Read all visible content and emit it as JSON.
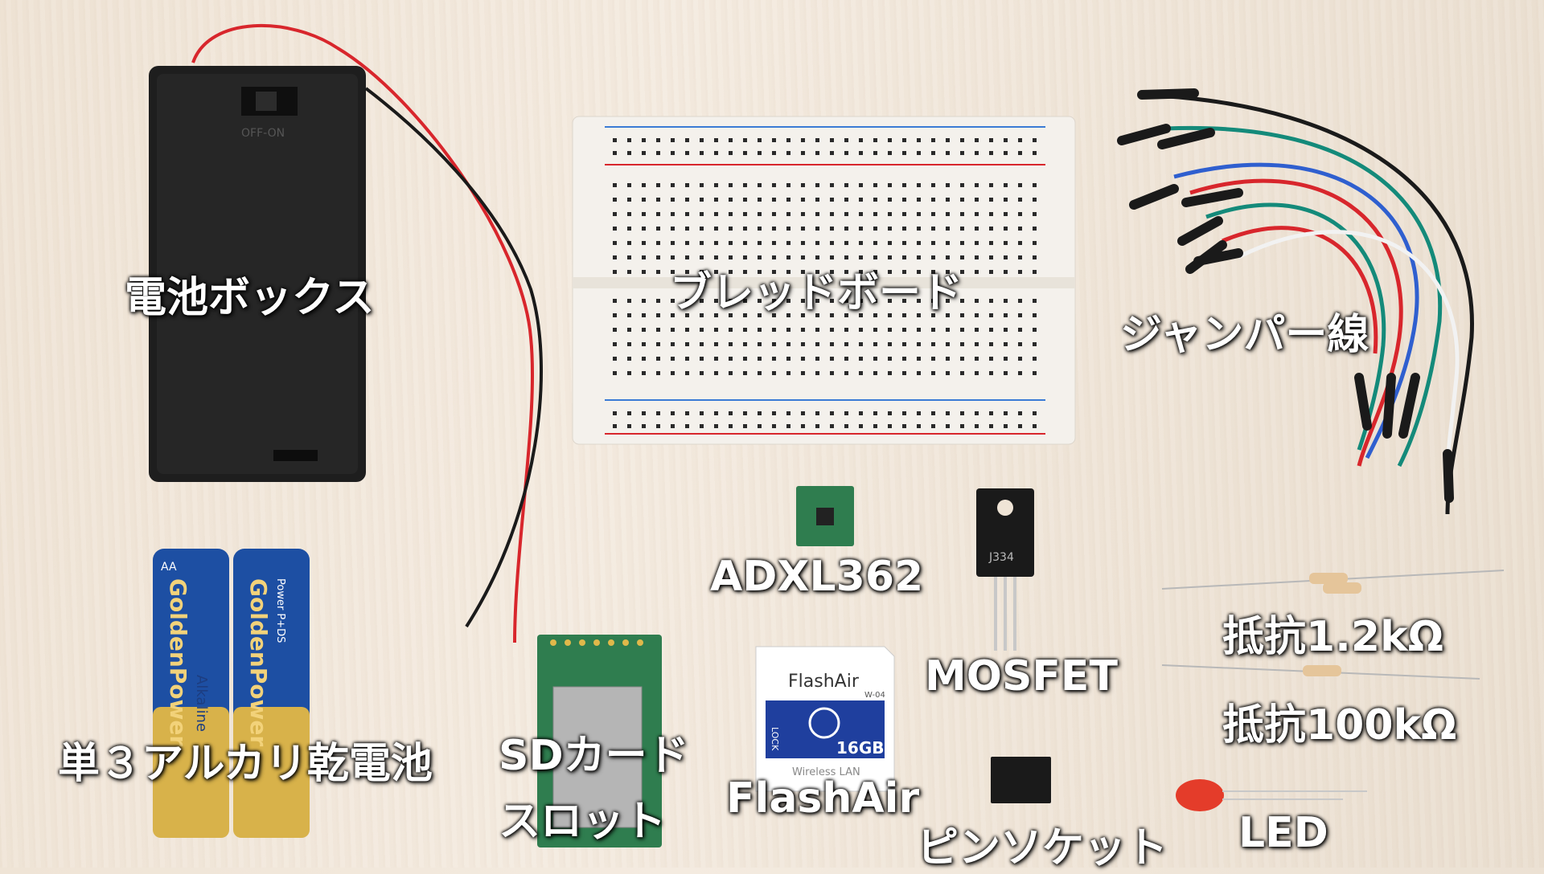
{
  "labels": {
    "battery_box": "電池ボックス",
    "breadboard": "ブレッドボード",
    "jumper_wire": "ジャンパー線",
    "batteries": "単３アルカリ乾電池",
    "sd_slot_line1": "SDカード",
    "sd_slot_line2": "スロット",
    "adxl": "ADXL362",
    "flashair": "FlashAir",
    "mosfet": "MOSFET",
    "resistor_1_2k": "抵抗1.2kΩ",
    "resistor_100k": "抵抗100kΩ",
    "pin_socket": "ピンソケット",
    "led": "LED"
  },
  "product_text": {
    "switch": "OFF-ON",
    "battery_brand": "GoldenPower",
    "battery_size": "AA",
    "battery_type": "Alkaline",
    "battery_series": "Power P+DS",
    "flashair_brand": "FlashAir",
    "flashair_model": "W-04",
    "flashair_capacity": "16GB",
    "flashair_lock": "LOCK",
    "flashair_wifi": "Wireless LAN",
    "mosfet_part": "J334"
  },
  "colors": {
    "wire_red": "#d8262c",
    "wire_black": "#1a1a1a",
    "wire_blue": "#2f5fcf",
    "wire_green": "#148a7a",
    "wire_white": "#f2f2f2",
    "board": "#f4f1ec",
    "battery_blue": "#1d4fa3",
    "battery_gold": "#d8b24a",
    "pcb_green": "#2f7d4f",
    "led_red": "#e43c2a"
  }
}
